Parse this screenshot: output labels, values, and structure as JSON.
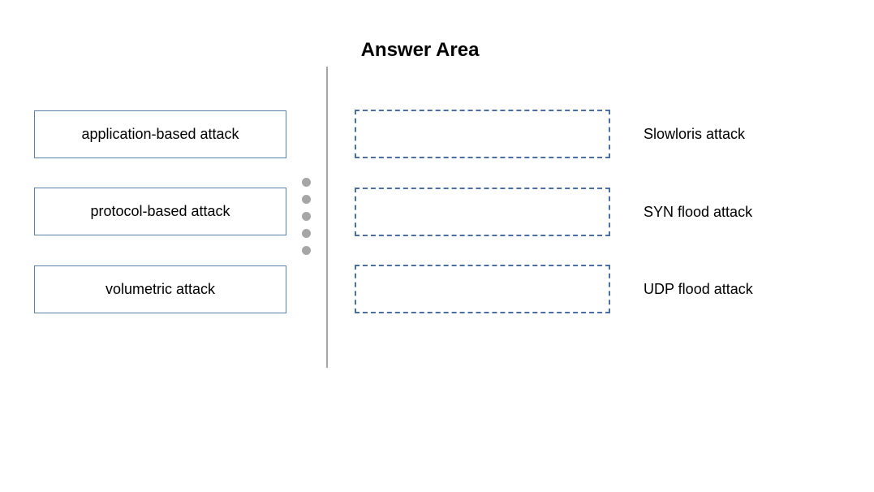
{
  "answer_area": {
    "title": "Answer Area"
  },
  "options": [
    {
      "label": "application-based attack"
    },
    {
      "label": "protocol-based attack"
    },
    {
      "label": "volumetric attack"
    }
  ],
  "targets": [
    {
      "label": "Slowloris attack",
      "answer": ""
    },
    {
      "label": "SYN flood attack",
      "answer": ""
    },
    {
      "label": "UDP flood attack",
      "answer": ""
    }
  ],
  "colors": {
    "option_border": "#5b7fa6",
    "target_border": "#4a6fa5",
    "divider": "#a6a6a6"
  }
}
